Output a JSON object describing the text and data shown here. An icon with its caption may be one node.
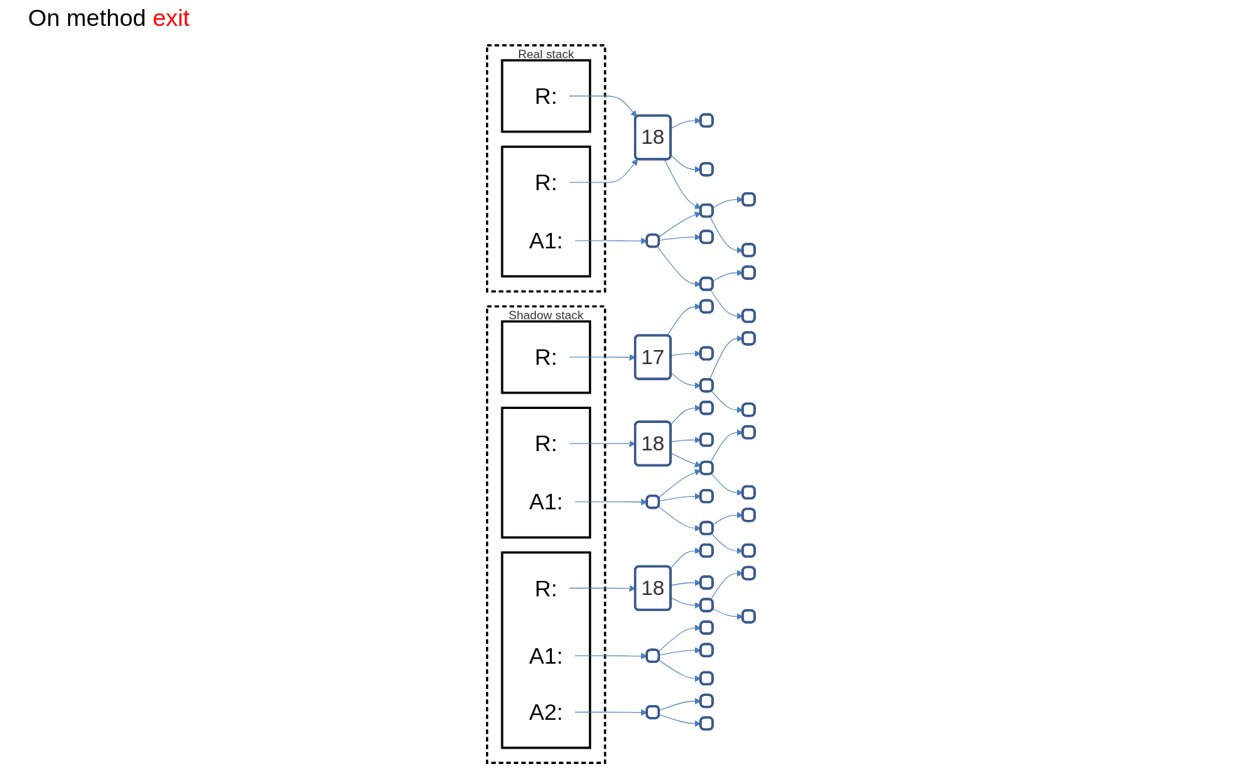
{
  "diagram": {
    "title": "On method exit",
    "nodes": [
      {
        "text": [
          "Real stack"
        ]
      },
      {
        "text": [],
        "shape": "box",
        "in": 0
      },
      {
        "text": [
          "R:"
        ],
        "in": 1
      },
      {
        "text": [
          "A1:"
        ],
        "in": 1
      },
      {
        "text": [],
        "shape": "box",
        "in": 0
      },
      {
        "text": [
          "R:"
        ],
        "in": 4
      },
      {
        "text": [],
        "shape": "box"
      },
      {
        "text": [],
        "shape": "box"
      },
      {
        "text": [],
        "shape": "box"
      },
      {
        "text": [],
        "shape": "box"
      },
      {
        "text": [],
        "shape": "box"
      },
      {
        "text": [],
        "shape": "box"
      },
      {
        "text": [
          "18"
        ]
      },
      {
        "text": [],
        "shape": "box"
      },
      {
        "text": [],
        "shape": "box"
      },
      {
        "text": [],
        "shape": "box"
      },
      {
        "text": [],
        "shape": "box"
      },
      {
        "text": [
          "Shadow stack"
        ]
      },
      {
        "text": [],
        "shape": "box",
        "in": 17
      },
      {
        "text": [
          "R:"
        ],
        "in": 18
      },
      {
        "text": [
          "A1:"
        ],
        "in": 18
      },
      {
        "text": [
          "A2:"
        ],
        "in": 18
      },
      {
        "text": [],
        "shape": "box",
        "in": 17
      },
      {
        "text": [
          "R:"
        ],
        "in": 22
      },
      {
        "text": [
          "A1:"
        ],
        "in": 22
      },
      {
        "text": [],
        "shape": "box",
        "in": 17
      },
      {
        "text": [
          "R:"
        ],
        "in": 25
      },
      {
        "text": [],
        "shape": "box"
      },
      {
        "text": [],
        "shape": "box"
      },
      {
        "text": [],
        "shape": "box"
      },
      {
        "text": [],
        "shape": "box"
      },
      {
        "text": [],
        "shape": "box"
      },
      {
        "text": [],
        "shape": "box"
      },
      {
        "text": [],
        "shape": "box"
      },
      {
        "text": [
          "18"
        ]
      },
      {
        "text": [],
        "shape": "box"
      },
      {
        "text": [],
        "shape": "box"
      },
      {
        "text": [],
        "shape": "box"
      },
      {
        "text": [],
        "shape": "box"
      },
      {
        "text": [],
        "shape": "box"
      },
      {
        "text": [],
        "shape": "box"
      },
      {
        "text": [],
        "shape": "box"
      },
      {
        "text": [],
        "shape": "box"
      },
      {
        "text": [],
        "shape": "box"
      },
      {
        "text": [],
        "shape": "box"
      },
      {
        "text": [],
        "shape": "box"
      },
      {
        "text": [],
        "shape": "box"
      },
      {
        "text": [],
        "shape": "box"
      },
      {
        "text": [
          "18"
        ]
      },
      {
        "text": [],
        "shape": "box"
      },
      {
        "text": [],
        "shape": "box"
      },
      {
        "text": [
          "17"
        ]
      },
      {
        "text": [],
        "shape": "box"
      },
      {
        "text": [],
        "shape": "box"
      },
      {
        "text": [],
        "shape": "box"
      },
      {
        "text": [],
        "shape": "box"
      },
      {
        "text": [],
        "shape": "box"
      }
    ],
    "edges": [
      {
        "from": 2,
        "to": 12,
        "arrow": "to"
      },
      {
        "from": 3,
        "to": 6,
        "arrow": "to"
      },
      {
        "from": 5,
        "to": 12,
        "arrow": "to"
      },
      {
        "from": 6,
        "to": 7,
        "arrow": "to"
      },
      {
        "from": 6,
        "to": 8,
        "arrow": "to"
      },
      {
        "from": 6,
        "to": 11,
        "arrow": "to"
      },
      {
        "from": 7,
        "to": 9,
        "arrow": "to"
      },
      {
        "from": 7,
        "to": 10,
        "arrow": "to"
      },
      {
        "from": 12,
        "to": 11,
        "arrow": "to"
      },
      {
        "from": 12,
        "to": 15,
        "arrow": "to"
      },
      {
        "from": 12,
        "to": 16,
        "arrow": "to"
      },
      {
        "from": 11,
        "to": 13,
        "arrow": "to"
      },
      {
        "from": 11,
        "to": 14,
        "arrow": "to"
      },
      {
        "from": 19,
        "to": 34,
        "arrow": "to"
      },
      {
        "from": 20,
        "to": 27,
        "arrow": "to"
      },
      {
        "from": 21,
        "to": 31,
        "arrow": "to"
      },
      {
        "from": 27,
        "to": 28,
        "arrow": "to"
      },
      {
        "from": 27,
        "to": 29,
        "arrow": "to"
      },
      {
        "from": 27,
        "to": 30,
        "arrow": "to"
      },
      {
        "from": 31,
        "to": 32,
        "arrow": "to"
      },
      {
        "from": 31,
        "to": 33,
        "arrow": "to"
      },
      {
        "from": 34,
        "to": 35,
        "arrow": "to"
      },
      {
        "from": 34,
        "to": 38,
        "arrow": "to"
      },
      {
        "from": 34,
        "to": 39,
        "arrow": "to"
      },
      {
        "from": 35,
        "to": 36,
        "arrow": "to"
      },
      {
        "from": 35,
        "to": 37,
        "arrow": "to"
      },
      {
        "from": 23,
        "to": 48,
        "arrow": "to"
      },
      {
        "from": 24,
        "to": 40,
        "arrow": "to"
      },
      {
        "from": 40,
        "to": 42,
        "arrow": "to"
      },
      {
        "from": 40,
        "to": 41,
        "arrow": "to"
      },
      {
        "from": 40,
        "to": 45,
        "arrow": "to"
      },
      {
        "from": 42,
        "to": 43,
        "arrow": "to"
      },
      {
        "from": 42,
        "to": 44,
        "arrow": "to"
      },
      {
        "from": 48,
        "to": 45,
        "arrow": "to"
      },
      {
        "from": 48,
        "to": 49,
        "arrow": "to"
      },
      {
        "from": 48,
        "to": 50,
        "arrow": "to"
      },
      {
        "from": 45,
        "to": 46,
        "arrow": "to"
      },
      {
        "from": 45,
        "to": 47,
        "arrow": "to"
      },
      {
        "from": 26,
        "to": 51,
        "arrow": "to"
      },
      {
        "from": 51,
        "to": 52,
        "arrow": "to"
      },
      {
        "from": 51,
        "to": 55,
        "arrow": "to"
      },
      {
        "from": 51,
        "to": 56,
        "arrow": "to"
      },
      {
        "from": 52,
        "to": 53,
        "arrow": "to"
      },
      {
        "from": 52,
        "to": 54,
        "arrow": "to"
      }
    ]
  }
}
